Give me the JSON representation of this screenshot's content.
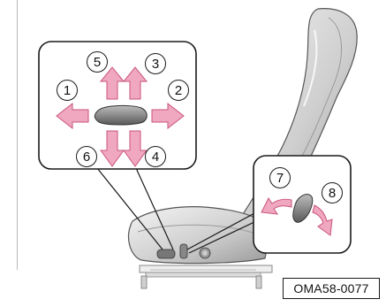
{
  "colors": {
    "arrow_fill": "#f0a7c0",
    "arrow_stroke": "#c9567a",
    "seat_shade": "#cfcfcf",
    "outline": "#1a1a1a"
  },
  "callouts": {
    "front_control": {
      "labels": [
        {
          "id": "1",
          "text": "1",
          "direction": "left"
        },
        {
          "id": "2",
          "text": "2",
          "direction": "right"
        },
        {
          "id": "3",
          "text": "3",
          "direction": "up"
        },
        {
          "id": "4",
          "text": "4",
          "direction": "down"
        },
        {
          "id": "5",
          "text": "5",
          "direction": "up"
        },
        {
          "id": "6",
          "text": "6",
          "direction": "down"
        }
      ]
    },
    "backrest_control": {
      "labels": [
        {
          "id": "7",
          "text": "7",
          "direction": "rotate-back"
        },
        {
          "id": "8",
          "text": "8",
          "direction": "rotate-forward"
        }
      ]
    }
  },
  "figure_code": "OMA58-0077"
}
